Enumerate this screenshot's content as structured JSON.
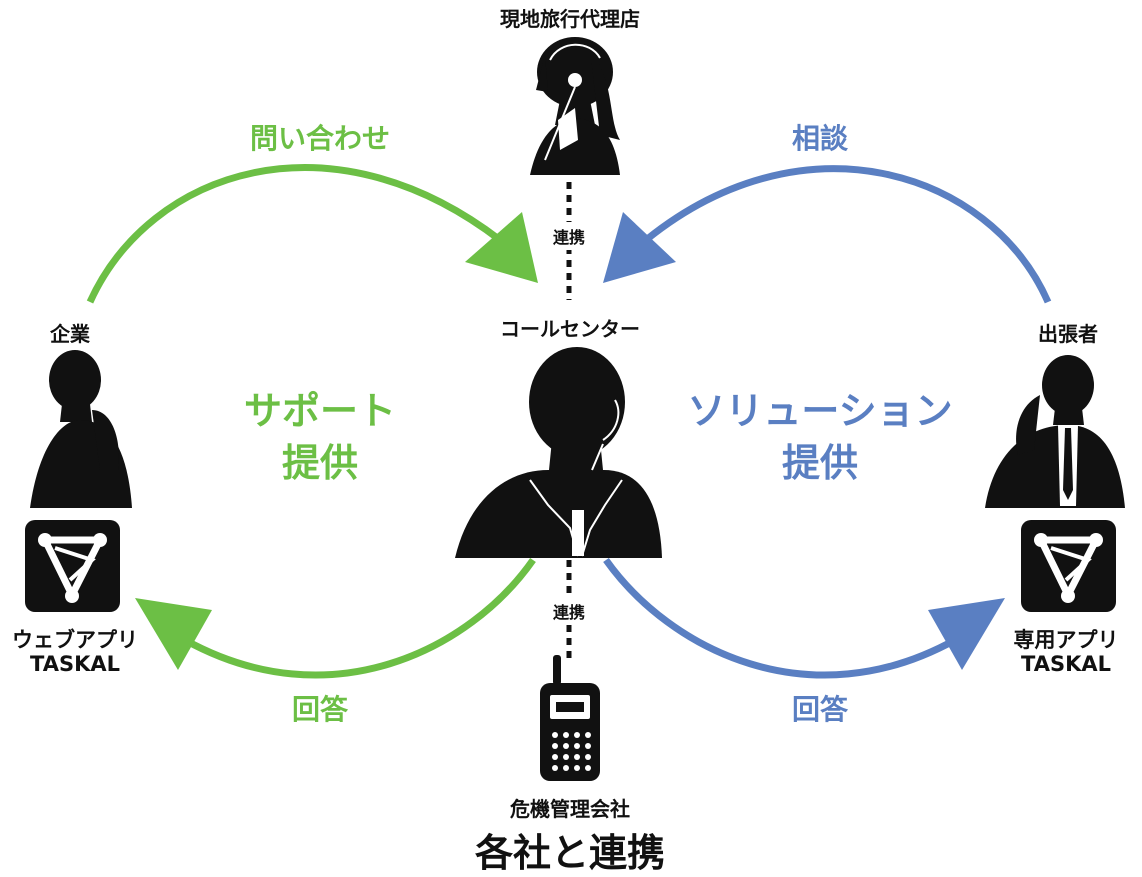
{
  "nodes": {
    "travel_agency": "現地旅行代理店",
    "call_center": "コールセンター",
    "company": "企業",
    "traveler": "出張者",
    "risk_company": "危機管理会社"
  },
  "arrows": {
    "inquiry": "問い合わせ",
    "consult": "相談",
    "answer_left": "回答",
    "answer_right": "回答"
  },
  "links": {
    "top": "連携",
    "bottom": "連携"
  },
  "center": {
    "support_line1": "サポート",
    "support_line2": "提供",
    "solution_line1": "ソリューション",
    "solution_line2": "提供"
  },
  "apps": {
    "web_line1": "ウェブアプリ",
    "web_line2": "TASKAL",
    "mobile_line1": "専用アプリ",
    "mobile_line2": "TASKAL"
  },
  "title": "各社と連携",
  "colors": {
    "green": "#6cbf45",
    "blue": "#5a7fc2"
  }
}
